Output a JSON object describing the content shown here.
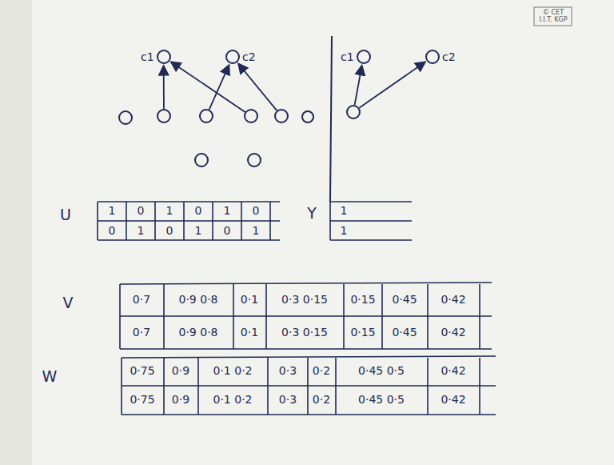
{
  "diagram": {
    "nodes": [
      {
        "text": [
          "c1"
        ]
      },
      {
        "text": [
          "c2"
        ]
      },
      {
        "text": [
          "c1"
        ]
      },
      {
        "text": [
          "c2"
        ]
      }
    ],
    "labels": [
      "© CET",
      "I.I.T. KGP",
      "U",
      "1",
      "0",
      "1",
      "0",
      "1",
      "0",
      "0",
      "1",
      "0",
      "1",
      "0",
      "1",
      "Y",
      "1",
      "1",
      "V",
      "0·7",
      "0·9 0·8",
      "0·1",
      "0·3 0·15",
      "0·15",
      "0·45",
      "0·42",
      "0·7",
      "0·9 0·8",
      "0·1",
      "0·3 0·15",
      "0·15",
      "0·45",
      "0·42",
      "W",
      "0·75",
      "0·9",
      "0·1 0·2",
      "0·3",
      "0·2",
      "0·45 0·5",
      "0·42",
      "0·75",
      "0·9",
      "0·1 0·2",
      "0·3",
      "0·2",
      "0·45 0·5",
      "0·42"
    ]
  }
}
